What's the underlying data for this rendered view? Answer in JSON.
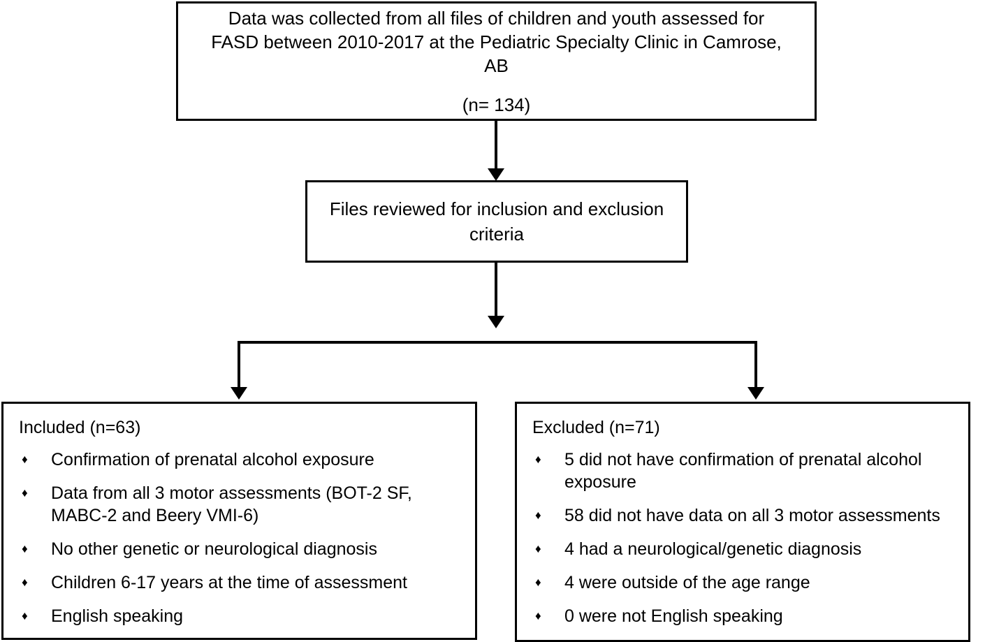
{
  "flowchart": {
    "source_box": {
      "text_lines": [
        "Data was collected from all files of children and youth assessed for",
        "FASD between 2010-2017 at the Pediatric Specialty Clinic in Camrose,",
        "AB"
      ],
      "line1": "Data was collected from all files of children and youth assessed for",
      "line2": "FASD between 2010-2017 at the Pediatric Specialty Clinic in Camrose,",
      "line3": "AB",
      "count": "(n= 134)"
    },
    "review_box": {
      "line1": "Files reviewed for inclusion and exclusion",
      "line2": "criteria"
    },
    "included_box": {
      "title": "Included (n=63)",
      "bullet_glyph": "♦",
      "items": [
        "Confirmation of prenatal alcohol exposure",
        "Data from all 3 motor assessments (BOT-2 SF, MABC-2 and Beery VMI-6)",
        "No other genetic or neurological diagnosis",
        "Children 6-17 years at the time of assessment",
        "English speaking"
      ]
    },
    "excluded_box": {
      "title": "Excluded (n=71)",
      "bullet_glyph": "♦",
      "items": [
        "5 did not have confirmation of prenatal alcohol exposure",
        "58 did not have data on all 3 motor assessments",
        "4 had a neurological/genetic diagnosis",
        "4 were outside of the age range",
        "0 were not English speaking"
      ]
    },
    "colors": {
      "stroke": "#000000",
      "fill": "#ffffff",
      "text": "#000000"
    }
  }
}
